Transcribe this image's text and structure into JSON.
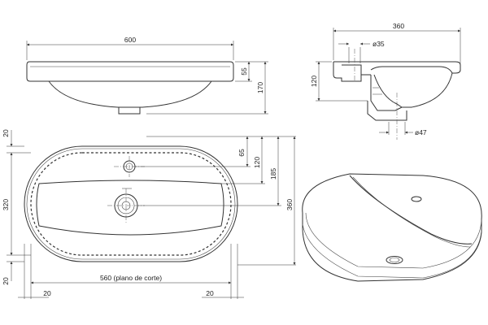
{
  "drawing": {
    "top_width": "600",
    "side_width": "360",
    "hole_small": "ø35",
    "hole_drain": "ø47",
    "height_55": "55",
    "height_170": "170",
    "height_120_side": "120",
    "off_65": "65",
    "off_120": "120",
    "off_185": "185",
    "total_360": "360",
    "left_20_top": "20",
    "left_320": "320",
    "left_20_bottom": "20",
    "bottom_20_left": "20",
    "bottom_cut": "560 (plano de corte)",
    "bottom_20_right": "20"
  },
  "colors": {
    "line": "#333333",
    "background": "#ffffff"
  }
}
